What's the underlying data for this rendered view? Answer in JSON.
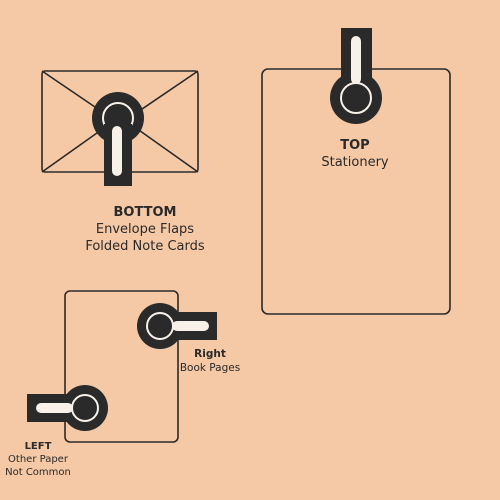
{
  "colors": {
    "background": "#f5c9a6",
    "ink": "#2a2a2a",
    "slot": "#f7f1ea"
  },
  "captions": {
    "bottom": {
      "title": "BOTTOM",
      "lines": [
        "Envelope Flaps",
        "Folded Note Cards"
      ]
    },
    "top": {
      "title": "TOP",
      "lines": [
        "Stationery"
      ]
    },
    "right": {
      "title": "Right",
      "lines": [
        "Book Pages"
      ]
    },
    "left": {
      "title": "LEFT",
      "lines": [
        "Other Paper",
        "Not Common"
      ]
    }
  },
  "icons": [
    "envelope-icon",
    "paper-sheet-icon",
    "card-icon",
    "latch-clip-icon"
  ]
}
